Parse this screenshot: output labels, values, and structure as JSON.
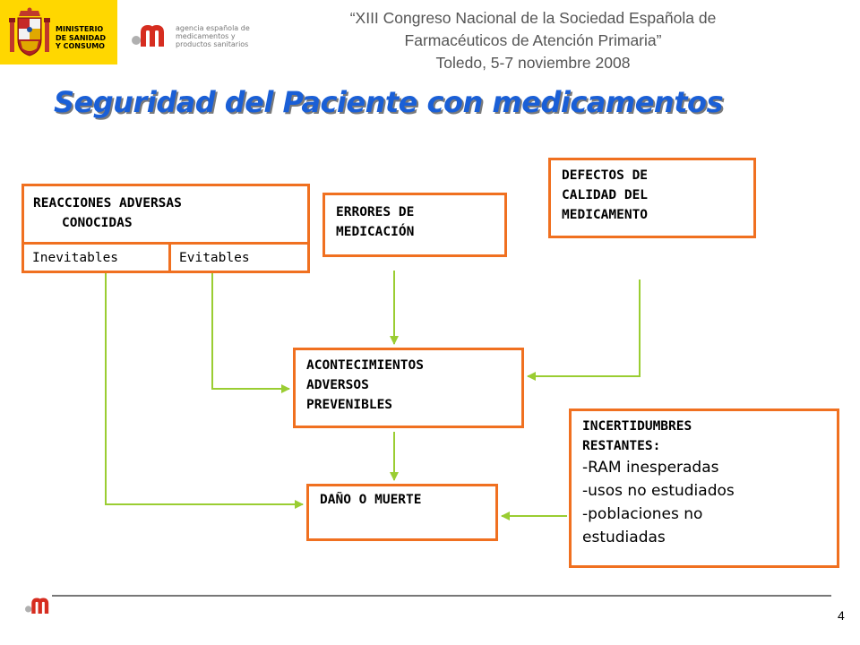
{
  "header": {
    "ministerio_lines": [
      "MINISTERIO",
      "DE SANIDAD",
      "Y CONSUMO"
    ],
    "agencia_lines": [
      "agencia española de",
      "medicamentos y",
      "productos sanitarios"
    ],
    "conference_lines": [
      "“XIII Congreso Nacional de la Sociedad Española de",
      "Farmacéuticos de Atención Primaria”",
      "Toledo, 5-7 noviembre 2008"
    ]
  },
  "title": "Seguridad del Paciente con medicamentos",
  "boxes": {
    "reacciones": {
      "line1": "REACCIONES ADVERSAS",
      "line2": "CONOCIDAS",
      "cell1": "Inevitables",
      "cell2": "Evitables"
    },
    "errores": {
      "lines": [
        "ERRORES DE",
        "MEDICACIÓN"
      ]
    },
    "defectos": {
      "lines": [
        "DEFECTOS DE",
        "CALIDAD DEL",
        "MEDICAMENTO"
      ]
    },
    "acontecimientos": {
      "lines": [
        "ACONTECIMIENTOS",
        "ADVERSOS",
        "PREVENIBLES"
      ]
    },
    "dano": {
      "lines": [
        "DAÑO O MUERTE"
      ]
    },
    "incertidumbres": {
      "lines": [
        "INCERTIDUMBRES",
        "RESTANTES:"
      ],
      "items": [
        "-RAM inesperadas",
        "-usos no estudiados",
        "-poblaciones no",
        "estudiadas"
      ]
    }
  },
  "colors": {
    "box_border": "#f07020",
    "arrow": "#9acd32",
    "title": "#1a5fd6",
    "header_band": "#ffd700"
  },
  "footer": {
    "page_number": "4"
  }
}
